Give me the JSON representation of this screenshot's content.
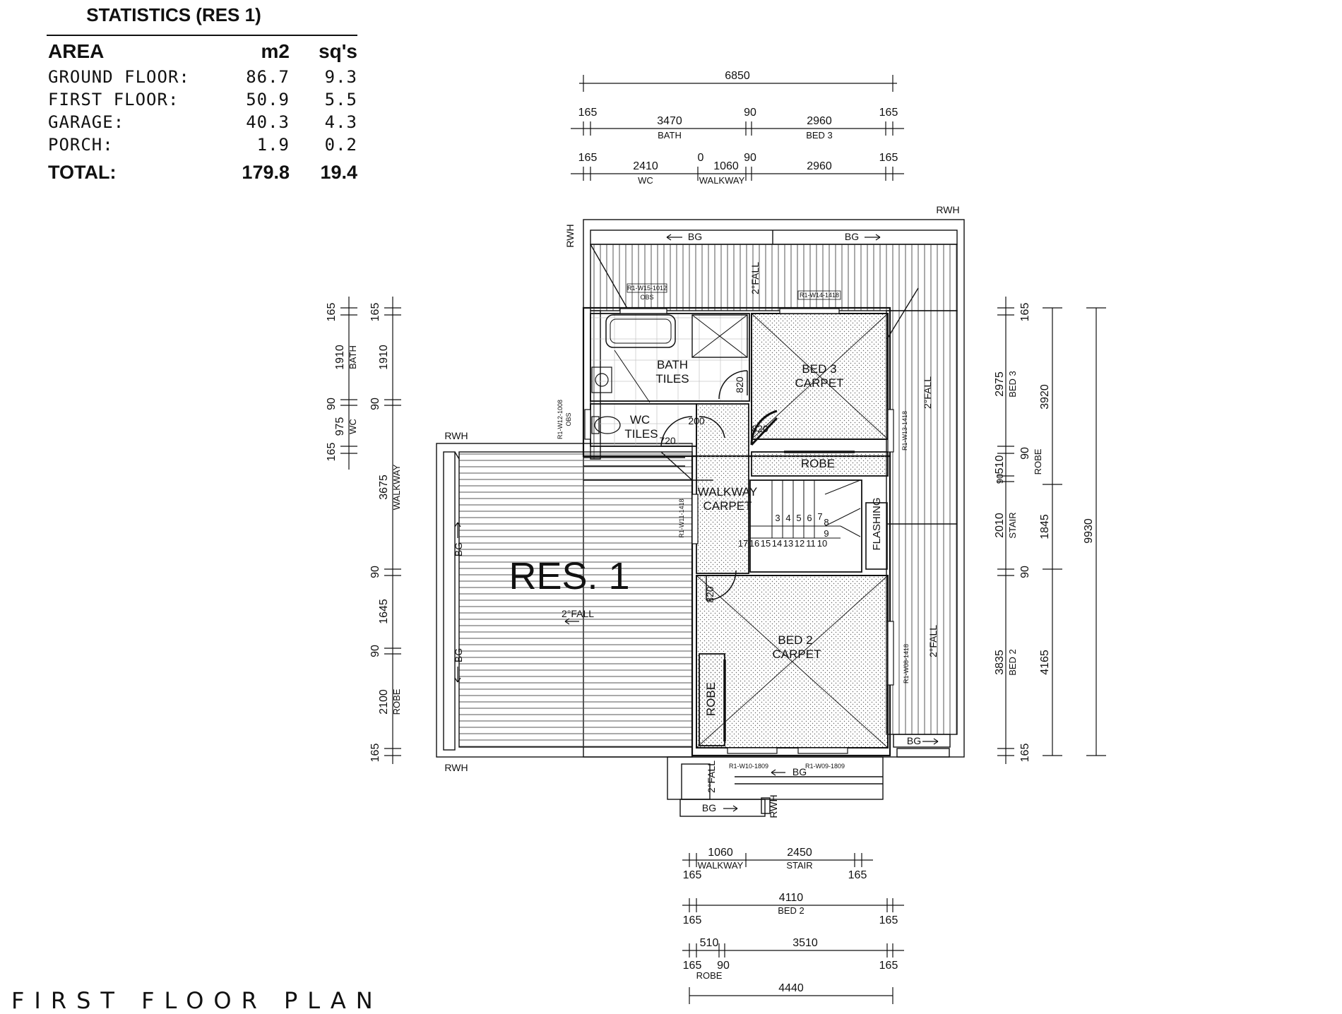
{
  "stats": {
    "title": "STATISTICS (RES 1)",
    "header": {
      "area": "AREA",
      "m2": "m2",
      "sq": "sq's"
    },
    "rows": [
      {
        "label": "GROUND FLOOR:",
        "m2": "86.7",
        "sq": "9.3"
      },
      {
        "label": "FIRST FLOOR:",
        "m2": "50.9",
        "sq": "5.5"
      },
      {
        "label": "GARAGE:",
        "m2": "40.3",
        "sq": "4.3"
      },
      {
        "label": "PORCH:",
        "m2": "1.9",
        "sq": "0.2"
      }
    ],
    "total": {
      "label": "TOTAL:",
      "m2": "179.8",
      "sq": "19.4"
    }
  },
  "plan_title": "FIRST FLOOR PLAN",
  "unit_name": "RES. 1",
  "dims": {
    "top_overall": "6850",
    "top1": [
      "165",
      "3470",
      "90",
      "2960",
      "165"
    ],
    "top1_labels": [
      "BATH",
      "BED 3"
    ],
    "top2": [
      "165",
      "2410",
      "0",
      "1060",
      "90",
      "2960",
      "165"
    ],
    "top2_labels": [
      "WC",
      "WALKWAY"
    ],
    "left_a": [
      "165",
      "1910",
      "90",
      "975",
      "165"
    ],
    "left_a_labels": [
      "BATH",
      "WC"
    ],
    "left_b": [
      "165",
      "1910",
      "90",
      "3675",
      "90",
      "1645",
      "90",
      "2100",
      "165"
    ],
    "left_b_labels": [
      "WALKWAY",
      "ROBE"
    ],
    "right_a": [
      "165",
      "2975",
      "90",
      "510",
      "90",
      "2010",
      "90",
      "3835",
      "165"
    ],
    "right_a_labels": [
      "BED 3",
      "ROBE",
      "STAIR",
      "BED 2"
    ],
    "right_b": [
      "3920",
      "1845",
      "4165"
    ],
    "right_overall": "9930",
    "bot1": [
      "1060",
      "2450",
      "165",
      "165"
    ],
    "bot1_labels": [
      "WALKWAY",
      "STAIR"
    ],
    "bot2": [
      "4110",
      "165",
      "165"
    ],
    "bot2_labels": [
      "BED 2"
    ],
    "bot3": [
      "510",
      "3510",
      "165",
      "90",
      "165"
    ],
    "bot3_labels": [
      "ROBE"
    ],
    "bot_overall": "4440"
  },
  "rooms": {
    "bath": [
      "BATH",
      "TILES"
    ],
    "wc": [
      "WC",
      "TILES"
    ],
    "bed3": [
      "BED 3",
      "CARPET"
    ],
    "walkway": [
      "WALKWAY",
      "CARPET"
    ],
    "bed2": [
      "BED 2",
      "CARPET"
    ],
    "robe_top": "ROBE",
    "robe_side": "ROBE",
    "flashing": "FLASHING"
  },
  "doors": {
    "d820a": "820",
    "d820b": "820",
    "d820c": "820",
    "d720": "720",
    "d200": "200"
  },
  "stair_top": [
    "3",
    "4",
    "5",
    "6",
    "7",
    "8",
    "9"
  ],
  "stair_bot": [
    "17",
    "16",
    "15",
    "14",
    "13",
    "12",
    "11",
    "10"
  ],
  "roof": {
    "bg": "BG",
    "fall": "2°FALL",
    "rwh": "RWH"
  },
  "windows": {
    "w_bath": "R1-W15-1012",
    "w_bath_obs": "OBS",
    "w_bed3_top": "R1-W14-1418",
    "w_bed3_side": "R1-W13-1418",
    "w_wc": "R1-W12-1008",
    "w_wc_obs": "OBS",
    "w_walk": "R1-W11-1418",
    "w_bed2_side": "R1-W08-1418",
    "w_bed2_b1": "R1-W10-1809",
    "w_bed2_b2": "R1-W09-1809"
  }
}
